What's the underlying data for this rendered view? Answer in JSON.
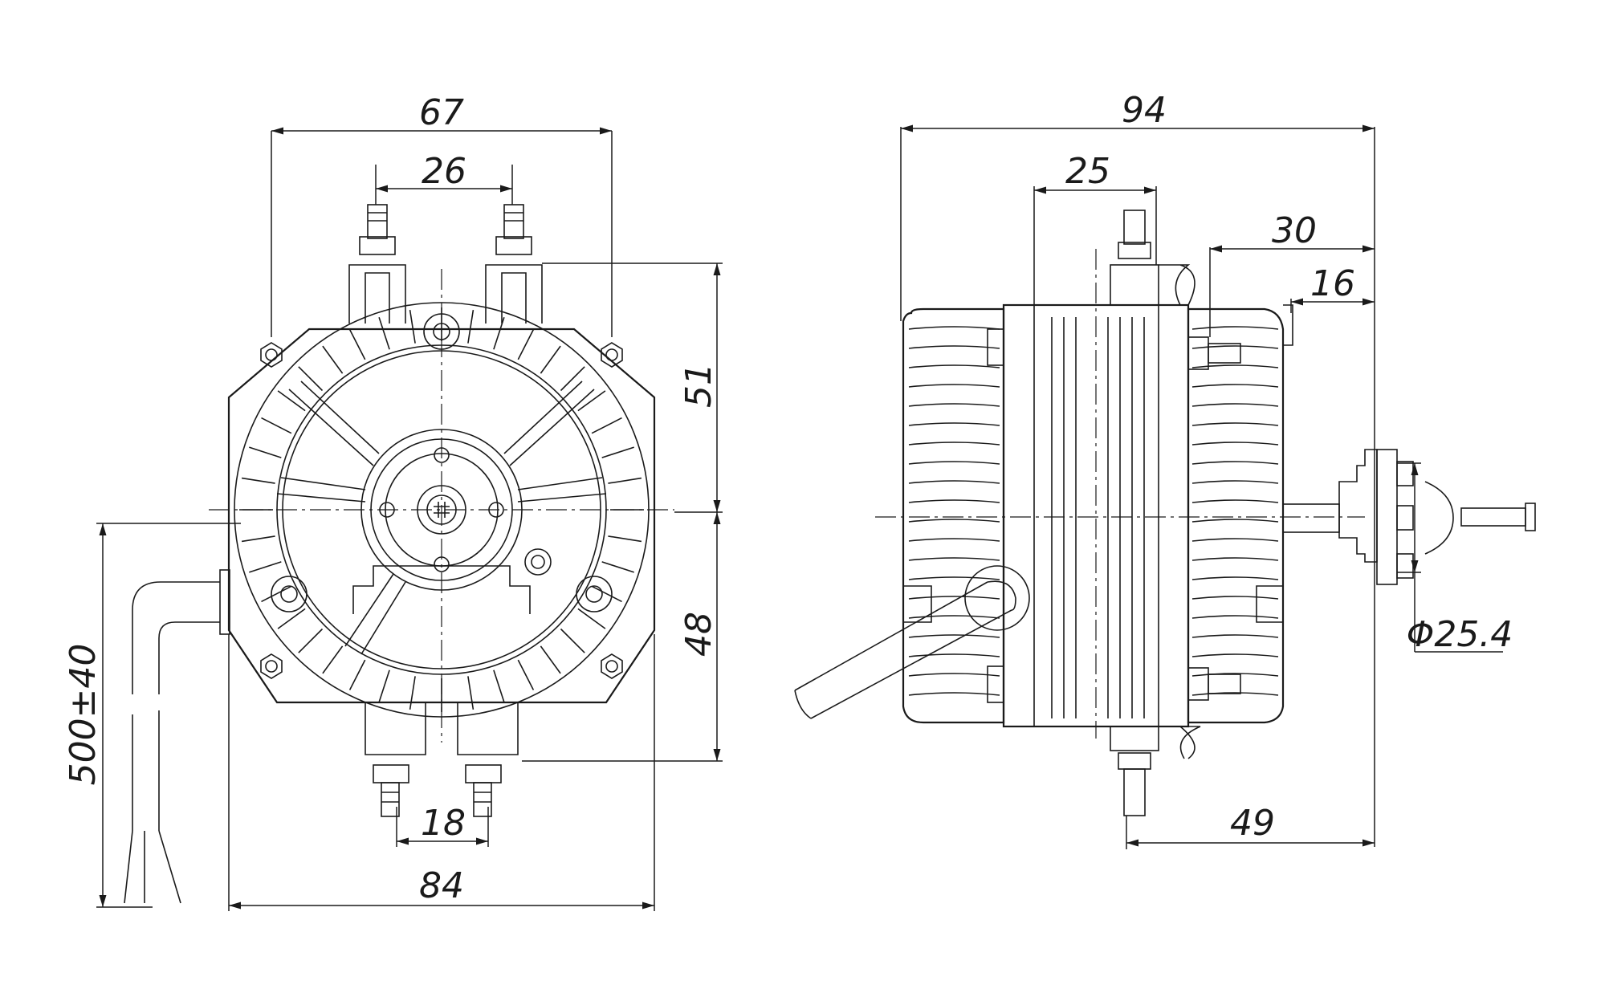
{
  "front_view": {
    "dims": {
      "mount_hole_spacing": "67",
      "top_terminal_spacing": "26",
      "upper_height": "51",
      "lower_height": "48",
      "bottom_terminal_spacing": "18",
      "overall_width": "84",
      "cable_length": "500±40"
    }
  },
  "side_view": {
    "dims": {
      "overall_length": "94",
      "terminal_offset": "25",
      "bracket_to_shaft_end": "30",
      "flange_to_shaft_end": "16",
      "terminal_to_shaft_end": "49",
      "hub_diameter": "Φ25.4"
    }
  }
}
